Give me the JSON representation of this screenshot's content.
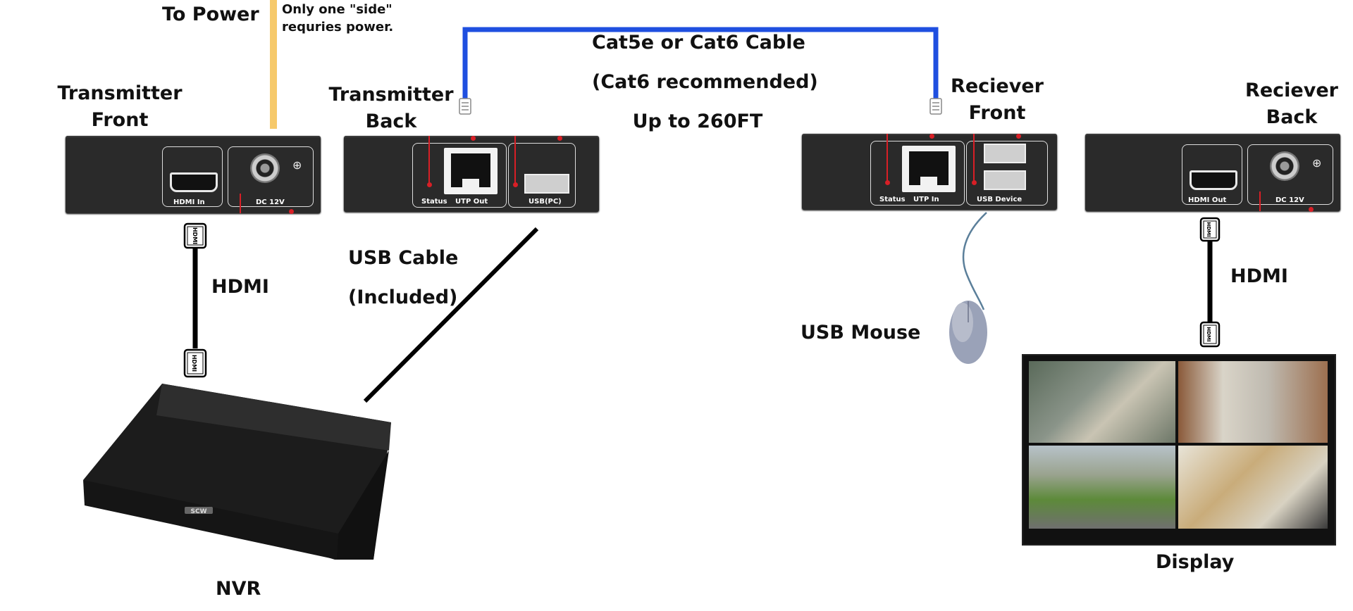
{
  "labels": {
    "to_power": "To Power",
    "power_note_1": "Only one \"side\"",
    "power_note_2": "requries power.",
    "tx_front_1": "Transmitter",
    "tx_front_2": "Front",
    "tx_back_1": "Transmitter",
    "tx_back_2": "Back",
    "cable_1": "Cat5e or Cat6 Cable",
    "cable_2": "(Cat6 recommended)",
    "cable_3": "Up to 260FT",
    "rx_front_1": "Reciever",
    "rx_front_2": "Front",
    "rx_back_1": "Reciever",
    "rx_back_2": "Back",
    "hdmi_left": "HDMI",
    "hdmi_right": "HDMI",
    "usb_cable_1": "USB Cable",
    "usb_cable_2": "(Included)",
    "usb_mouse": "USB Mouse",
    "nvr": "NVR",
    "display": "Display"
  },
  "ports": {
    "hdmi_in": "HDMI In",
    "dc12v": "DC 12V",
    "status": "Status",
    "utp_out": "UTP Out",
    "usb_pc": "USB(PC)",
    "utp_in": "UTP In",
    "usb_device": "USB  Device",
    "hdmi_out": "HDMI Out"
  },
  "connector_text": "HDMI",
  "nvr_brand": "SCW",
  "colors": {
    "power_cable": "#f6c96b",
    "network_cable": "#1f4fe0",
    "device_body": "#2a2a2a",
    "callout_red": "#d81f26"
  }
}
